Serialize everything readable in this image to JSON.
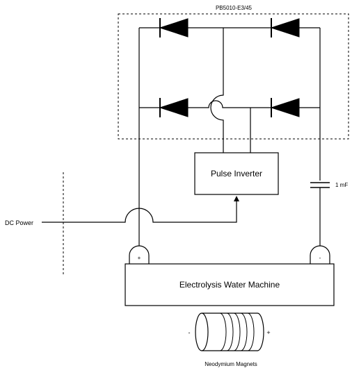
{
  "rectifier_label": "PB5010-E3/45",
  "capacitor_label": "1 mF",
  "dc_power_label": "DC Power",
  "pulse_inverter_label": "Pulse Inverter",
  "machine_label": "Electrolysis Water Machine",
  "terminal_positive": "+",
  "terminal_negative": "-",
  "magnet_minus": "-",
  "magnet_plus": "+",
  "magnet_label": "Neodymium Magnets"
}
